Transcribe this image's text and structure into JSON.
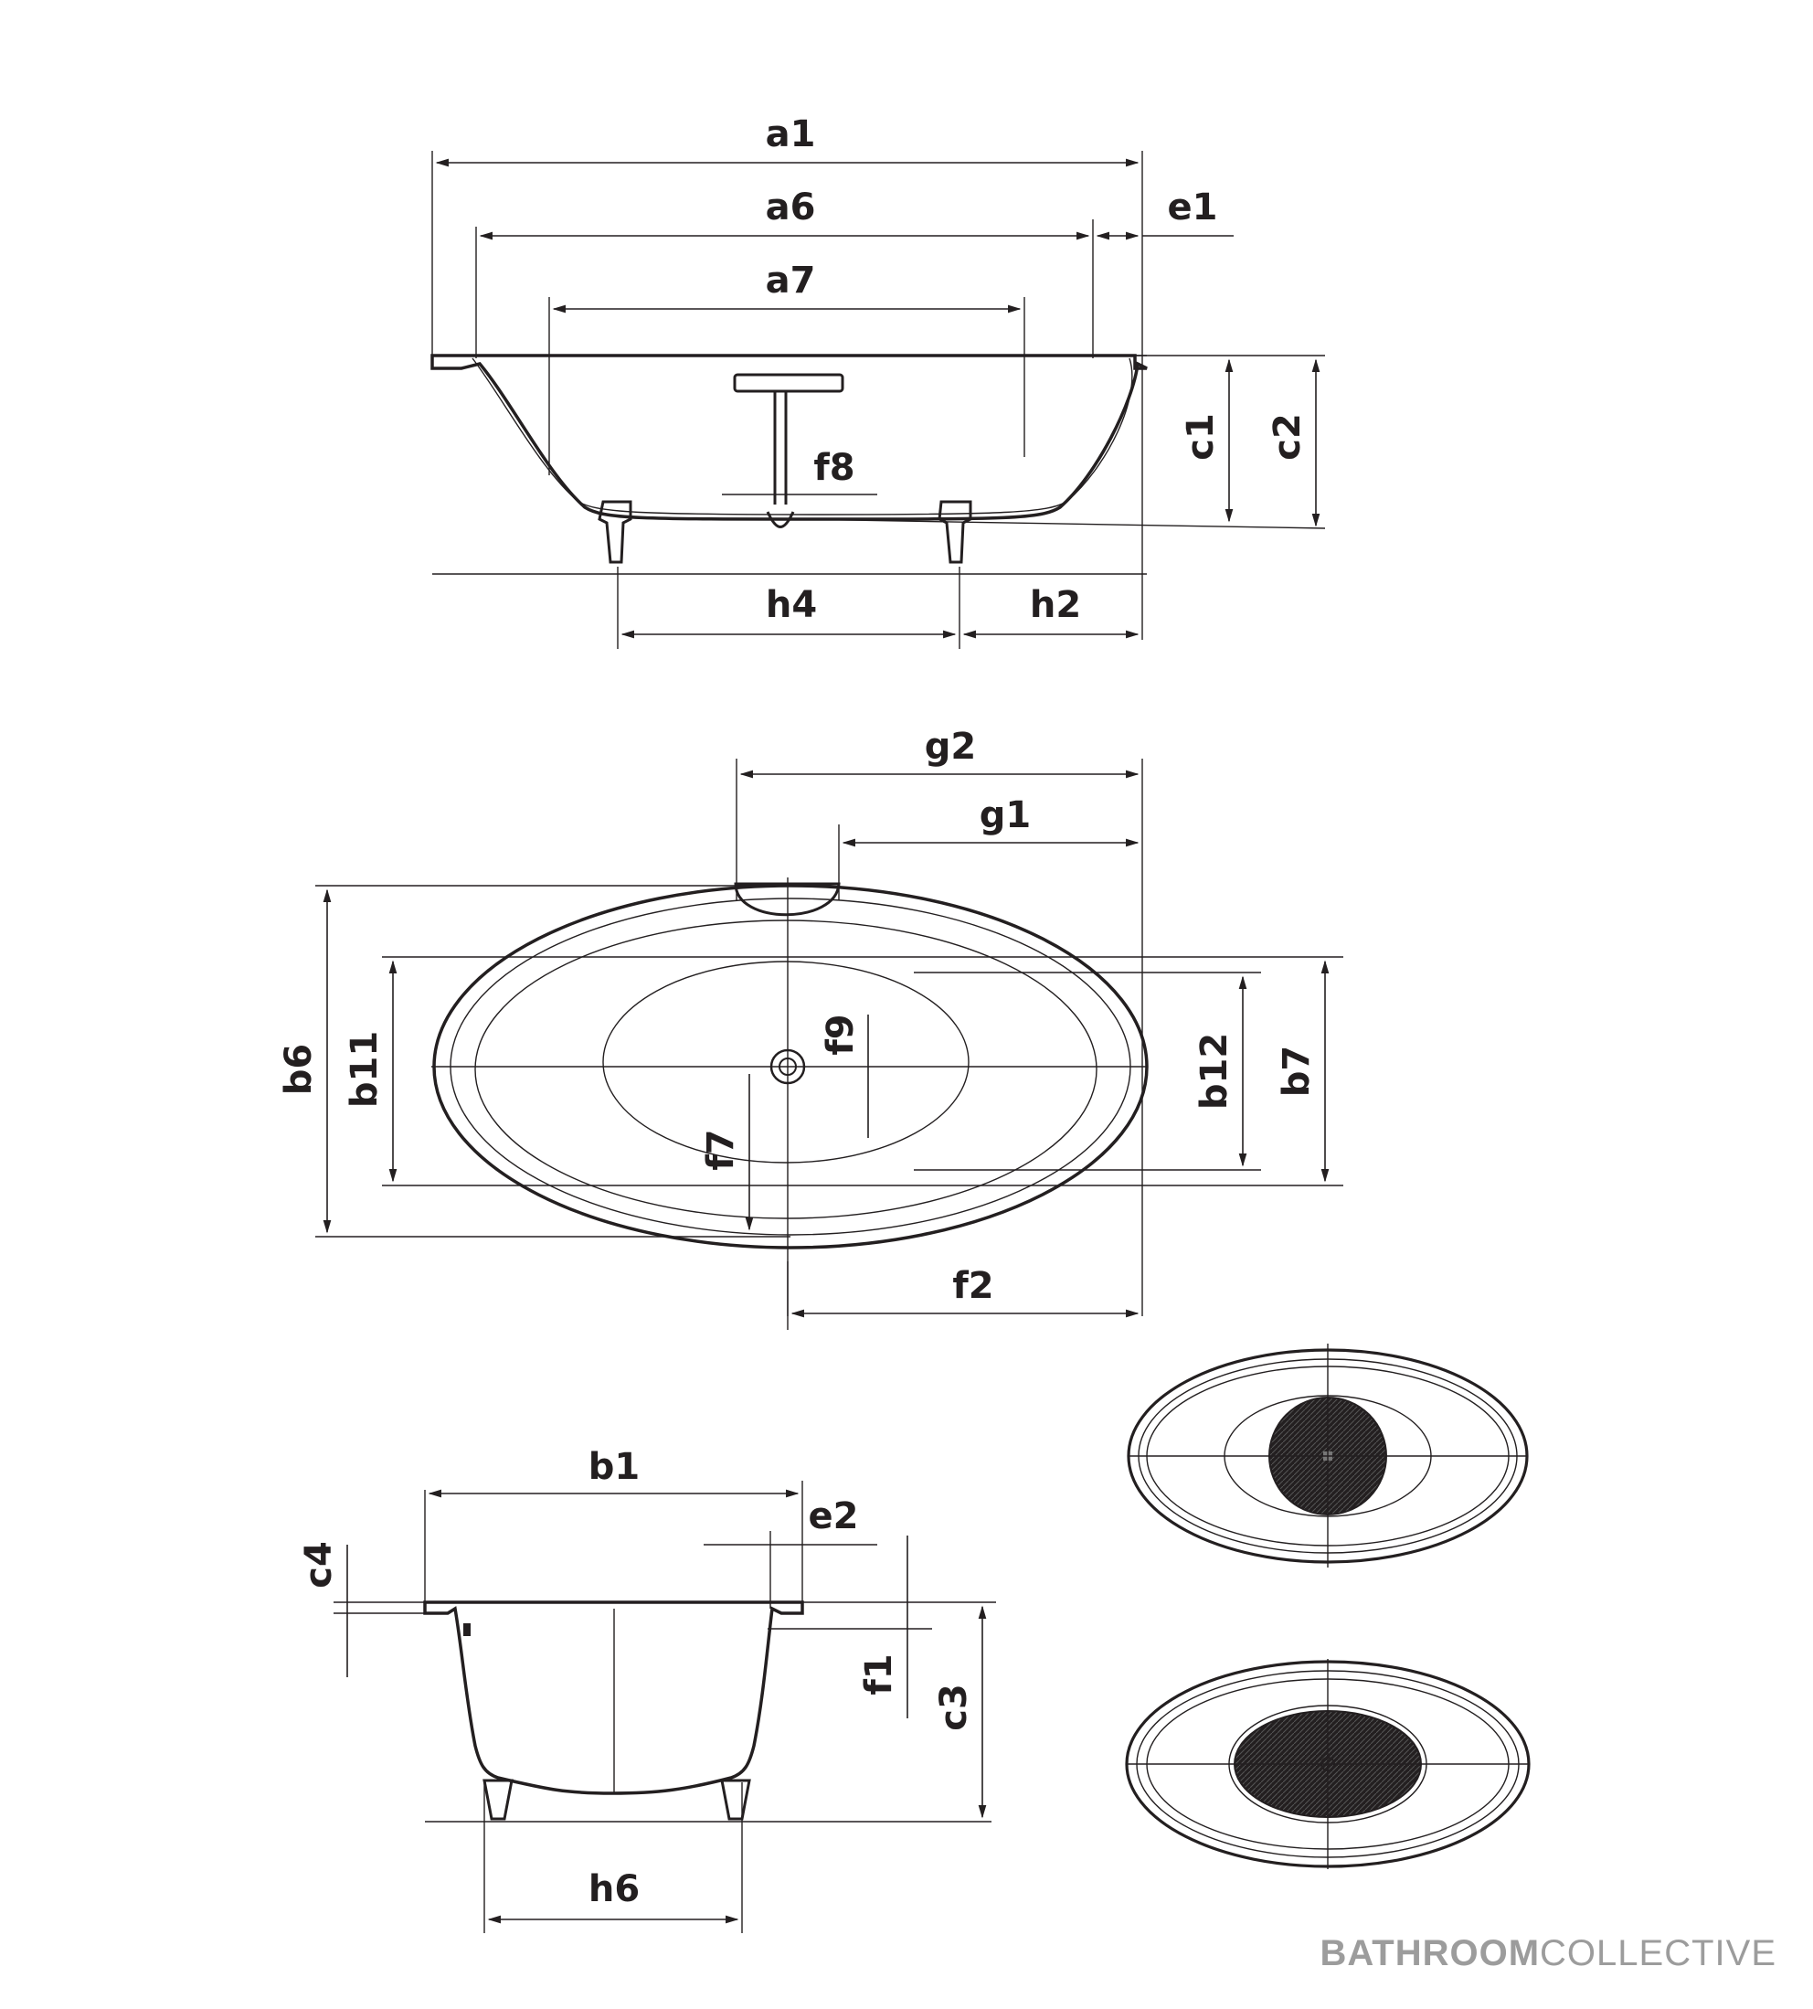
{
  "labels": {
    "a1": "a1",
    "a6": "a6",
    "a7": "a7",
    "e1": "e1",
    "c1": "c1",
    "c2": "c2",
    "f8": "f8",
    "h4": "h4",
    "h2": "h2",
    "g2": "g2",
    "g1": "g1",
    "b6": "b6",
    "b11": "b11",
    "f9": "f9",
    "f7": "f7",
    "b12": "b12",
    "b7": "b7",
    "f2": "f2",
    "b1": "b1",
    "e2": "e2",
    "c4": "c4",
    "f1": "f1",
    "c3": "c3",
    "h6": "h6"
  },
  "brand": {
    "bold": "BATHROOM",
    "light": "COLLECTIVE"
  },
  "colors": {
    "line": "#231f20",
    "brand": "#9c9c9c",
    "fill_dark": "#231f20"
  }
}
